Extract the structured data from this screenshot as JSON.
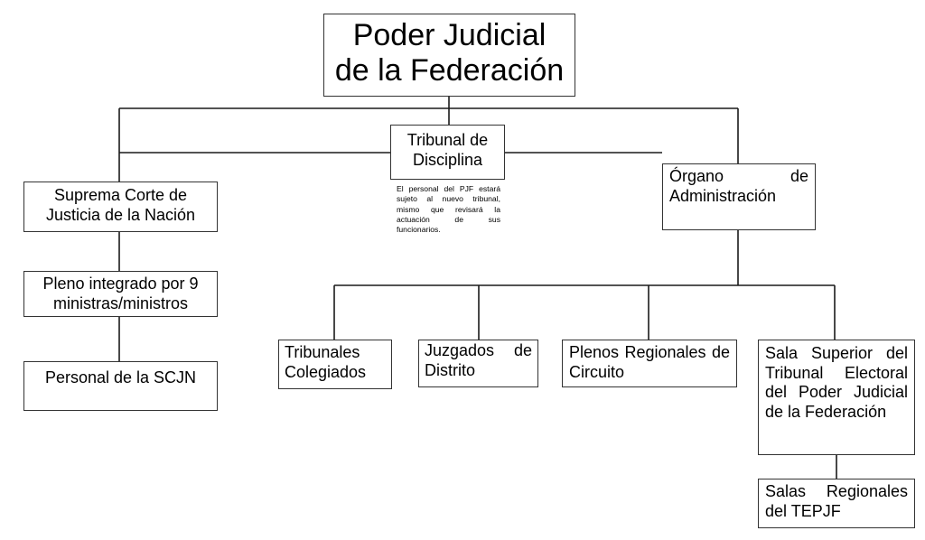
{
  "org_chart": {
    "root": [
      "Poder Judicial",
      "de la Federación"
    ],
    "tribunal_disciplina": [
      "Tribunal de",
      "Disciplina"
    ],
    "tribunal_note": "El personal del PJF estará sujeto al nuevo tribunal, mismo que revisará la actuación de sus funcionarios.",
    "organo_administracion": [
      "Órgano de",
      "Administración"
    ],
    "suprema_corte": [
      "Suprema Corte de",
      "Justicia de la Nación"
    ],
    "pleno": [
      "Pleno integrado por 9",
      "ministras/ministros"
    ],
    "personal_scjn": "Personal de la SCJN",
    "tribunales_colegiados": "Tribunales Colegiados",
    "juzgados_distrito": "Juzgados de Distrito",
    "plenos_regionales": "Plenos Regionales de Circuito",
    "sala_superior": "Sala Superior del Tribunal Electoral del Poder Judicial de la Federación",
    "salas_regionales": "Salas Regionales del TEPJF"
  }
}
